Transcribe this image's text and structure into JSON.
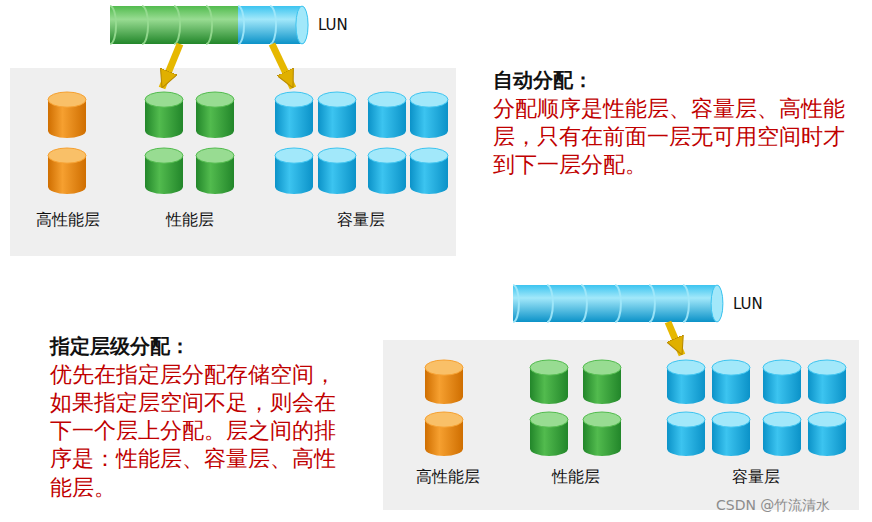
{
  "diagram": {
    "nodes": [
      {
        "text": [
          "LUN"
        ]
      },
      {
        "text": [
          "高性能层"
        ]
      },
      {
        "text": [
          "性能层"
        ]
      },
      {
        "text": [
          "容量层"
        ]
      },
      {
        "text": [
          "LUN"
        ]
      },
      {
        "text": [
          "高性能层"
        ]
      },
      {
        "text": [
          "性能层"
        ]
      },
      {
        "text": [
          "容量层"
        ]
      }
    ],
    "edges": [
      {
        "from": 0,
        "to": 2,
        "arrow": "to"
      },
      {
        "from": 0,
        "to": 3,
        "arrow": "to"
      },
      {
        "from": 4,
        "to": 7,
        "arrow": "to"
      }
    ],
    "labels": [
      "自动分配：",
      "分配顺序是性能层、容量层、高性能层，只有在前面一层无可用空间时才到下一层分配。",
      "指定层级分配：",
      "优先在指定层分配存储空间，如果指定层空间不足，则会在下一个层上分配。层之间的排序是：性能层、容量层、高性能层。",
      "CSDN @竹流清水"
    ]
  }
}
